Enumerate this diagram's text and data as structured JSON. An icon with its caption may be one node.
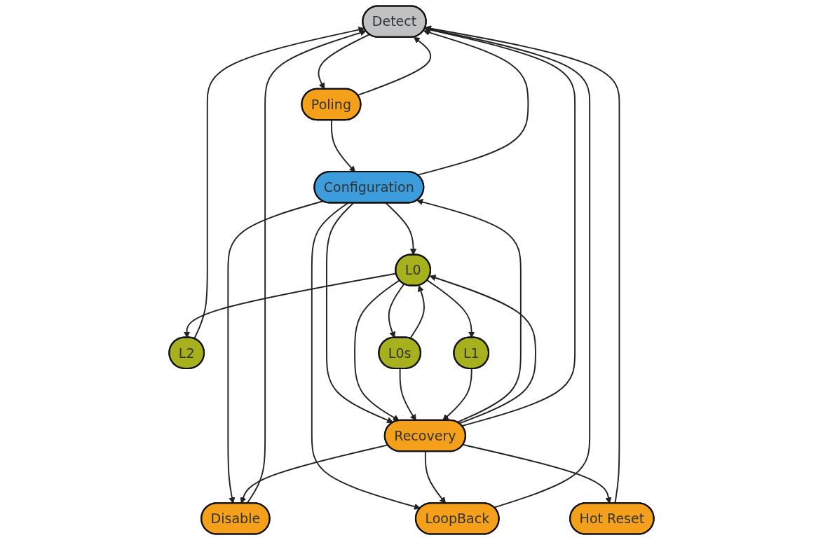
{
  "diagram": {
    "nodes": [
      {
        "text": [
          "Detect"
        ]
      },
      {
        "text": [
          "Poling"
        ]
      },
      {
        "text": [
          "Disable"
        ]
      },
      {
        "text": [
          "Configuration"
        ]
      },
      {
        "text": [
          "Hot Reset"
        ]
      },
      {
        "text": [
          "L2"
        ]
      },
      {
        "text": [
          "L0"
        ]
      },
      {
        "text": [
          "LoopBack"
        ]
      },
      {
        "text": [
          "L1"
        ]
      },
      {
        "text": [
          "L0s"
        ]
      },
      {
        "text": [
          "Recovery"
        ]
      }
    ],
    "edges": [
      {
        "from": 0,
        "to": 1,
        "arrow": "to"
      },
      {
        "from": 1,
        "to": 0,
        "arrow": "to"
      },
      {
        "from": 1,
        "to": 3,
        "arrow": "to"
      },
      {
        "from": 3,
        "to": 0,
        "arrow": "to"
      },
      {
        "from": 3,
        "to": 2,
        "arrow": "to"
      },
      {
        "from": 2,
        "to": 0,
        "arrow": "to"
      },
      {
        "from": 4,
        "to": 0,
        "arrow": "to"
      },
      {
        "from": 3,
        "to": 7,
        "arrow": "to"
      },
      {
        "from": 3,
        "to": 6,
        "arrow": "to"
      },
      {
        "from": 3,
        "to": 10,
        "arrow": "to"
      },
      {
        "from": 10,
        "to": 3,
        "arrow": "to"
      },
      {
        "from": 5,
        "to": 0,
        "arrow": "to"
      },
      {
        "from": 7,
        "to": 0,
        "arrow": "to"
      },
      {
        "from": 6,
        "to": 5,
        "arrow": "to"
      },
      {
        "from": 6,
        "to": 8,
        "arrow": "to"
      },
      {
        "from": 6,
        "to": 9,
        "arrow": "to"
      },
      {
        "from": 9,
        "to": 6,
        "arrow": "to"
      },
      {
        "from": 6,
        "to": 10,
        "arrow": "to"
      },
      {
        "from": 10,
        "to": 6,
        "arrow": "to"
      },
      {
        "from": 9,
        "to": 10,
        "arrow": "to"
      },
      {
        "from": 8,
        "to": 10,
        "arrow": "to"
      },
      {
        "from": 10,
        "to": 0,
        "arrow": "to"
      },
      {
        "from": 10,
        "to": 7,
        "arrow": "to"
      },
      {
        "from": 10,
        "to": 4,
        "arrow": "to"
      },
      {
        "from": 10,
        "to": 2,
        "arrow": "to"
      }
    ]
  }
}
